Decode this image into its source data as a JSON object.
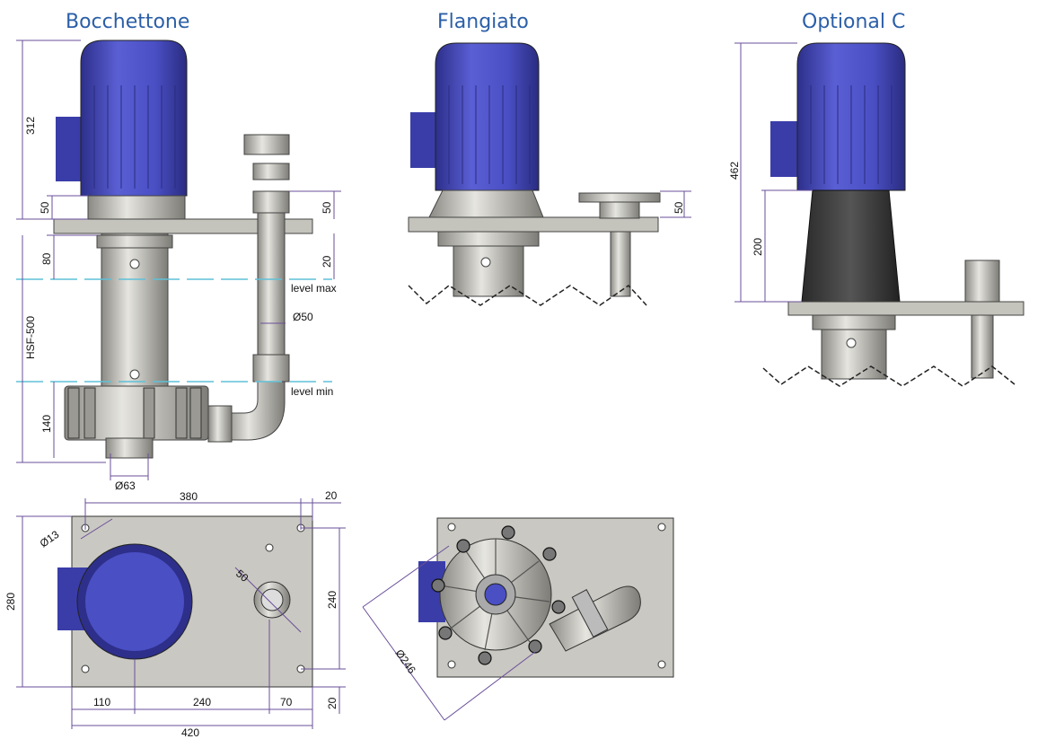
{
  "titles": {
    "bocchettone": "Bocchettone",
    "flangiato": "Flangiato",
    "optional": "Optional C"
  },
  "labels": {
    "level_max": "level max",
    "level_min": "level min",
    "hsf": "HSF-500"
  },
  "dims": {
    "d312": "312",
    "d50a": "50",
    "d50b": "50",
    "d80": "80",
    "d20a": "20",
    "d50dia": "Ø50",
    "d140": "140",
    "d63": "Ø63",
    "d50c": "50",
    "d462": "462",
    "d200": "200",
    "d380": "380",
    "d20b": "20",
    "d13": "Ø13",
    "d280": "280",
    "d240v": "240",
    "d50d": "50",
    "d110": "110",
    "d240h": "240",
    "d70": "70",
    "d20c": "20",
    "d420": "420",
    "d246": "Ø246"
  },
  "colors": {
    "motor": "#4a4fc4",
    "motor_dark": "#2d2f8a",
    "metal": "#c9c8c2",
    "metal_dark": "#8a8983",
    "plate": "#c4c3bc",
    "dim_line": "#6a4f9a",
    "level_line": "#5fc0d8",
    "title": "#2b5fa8"
  }
}
